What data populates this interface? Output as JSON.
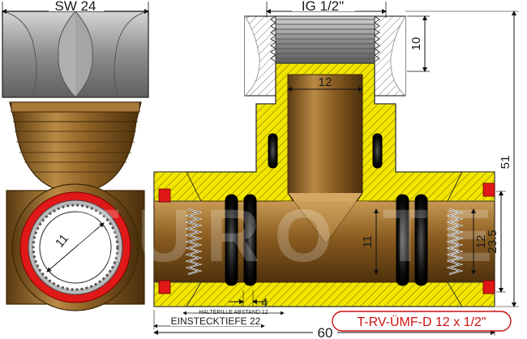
{
  "diagram": {
    "dimensions": {
      "sw": "SW 24",
      "ig": "IG 1/2\"",
      "d10": "10",
      "d12_top": "12",
      "d51": "51",
      "d11_left": "11",
      "d11_mid": "11",
      "d12_right": "12",
      "d23_5": "23.5",
      "d4": "4",
      "halterille": "HALTERILLE ABSTAND 12",
      "einstecktiefe": "EINSTECKTIEFE 22",
      "d60": "60"
    },
    "part_number": "T-RV-ÜMF-D 12 x 1/2\"",
    "watermark": "EURO TEK",
    "colors": {
      "brass": "#9a6a2a",
      "brass_dark": "#5e3d12",
      "hatch_yellow": "#f2e600",
      "steel": "#9a9a9a",
      "red_ring": "#e01818",
      "title_red": "#cc1111"
    }
  }
}
